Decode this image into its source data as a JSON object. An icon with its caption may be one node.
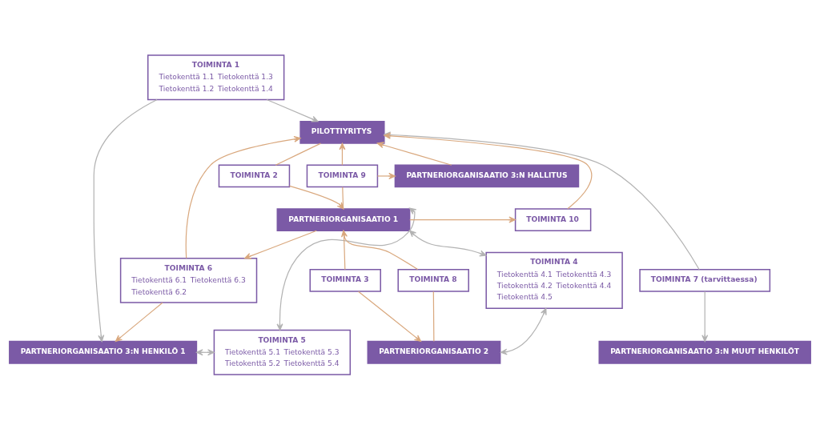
{
  "diagram": {
    "nodes": [
      {
        "text": [
          "PARTNERIORGANISAATIO 3:N HENKILÖ 1"
        ]
      },
      {
        "text": [
          "TOIMINTA 5",
          "Tietokenttä 5.1",
          "Tietokenttä 5.3",
          "Tietokenttä 5.2",
          "Tietokenttä 5.4"
        ]
      },
      {
        "text": [
          "PARTNERIORGANISAATIO 3:N MUUT HENKILÖT"
        ]
      },
      {
        "text": [
          "TOIMINTA 1",
          "Tietokenttä 1.1",
          "Tietokenttä 1.3",
          "Tietokenttä 1.2",
          "Tietokenttä 1.4"
        ]
      },
      {
        "text": [
          "TOIMINTA 6",
          "Tietokenttä 6.1",
          "Tietokenttä 6.3",
          "Tietokenttä 6.2"
        ]
      },
      {
        "text": [
          "TOIMINTA 7 (tarvittaessa)"
        ]
      },
      {
        "text": [
          "PILOTTIYRITYS"
        ]
      },
      {
        "text": [
          "PARTNERIORGANISAATIO 3:N HALLITUS"
        ]
      },
      {
        "text": [
          "TOIMINTA 2"
        ]
      },
      {
        "text": [
          "TOIMINTA 9"
        ]
      },
      {
        "text": [
          "PARTNERIORGANISAATIO 1"
        ]
      },
      {
        "text": [
          "TOIMINTA 10"
        ]
      },
      {
        "text": [
          "TOIMINTA 3"
        ]
      },
      {
        "text": [
          "TOIMINTA 8"
        ]
      },
      {
        "text": [
          "TOIMINTA 4",
          "Tietokenttä 4.1",
          "Tietokenttä 4.3",
          "Tietokenttä 4.2",
          "Tietokenttä 4.4",
          "Tietokenttä 4.5"
        ]
      },
      {
        "text": [
          "PARTNERIORGANISAATIO 2"
        ]
      }
    ],
    "edges": [
      {
        "from": 0,
        "to": 1,
        "arrow": "both",
        "color": "#b3b3b3"
      },
      {
        "from": 3,
        "to": 0,
        "arrow": "to",
        "color": "#b3b3b3"
      },
      {
        "from": 3,
        "to": 6,
        "arrow": "to",
        "color": "#b3b3b3"
      },
      {
        "from": 4,
        "to": 0,
        "arrow": "to"
      },
      {
        "from": 4,
        "to": 6,
        "arrow": "to"
      },
      {
        "from": 10,
        "to": 1,
        "arrow": "both",
        "color": "#b3b3b3"
      },
      {
        "from": 5,
        "to": 2,
        "arrow": "to",
        "color": "#b3b3b3"
      },
      {
        "from": 5,
        "to": 6,
        "arrow": "to",
        "color": "#b3b3b3"
      },
      {
        "from": 7,
        "to": 6,
        "arrow": "to"
      },
      {
        "from": 11,
        "to": 6,
        "arrow": "to"
      },
      {
        "from": 9,
        "to": 7,
        "arrow": "to"
      },
      {
        "from": 10,
        "to": 4,
        "arrow": "to"
      },
      {
        "from": 10,
        "to": 11,
        "arrow": "to"
      },
      {
        "from": 6,
        "to": 8,
        "arrow": "none"
      },
      {
        "from": 8,
        "to": 10,
        "arrow": "to"
      },
      {
        "from": 10,
        "to": 9,
        "arrow": "none"
      },
      {
        "from": 9,
        "to": 6,
        "arrow": "to"
      },
      {
        "from": 10,
        "to": 12,
        "arrow": "none"
      },
      {
        "from": 12,
        "to": 15,
        "arrow": "to"
      },
      {
        "from": 15,
        "to": 13,
        "arrow": "none"
      },
      {
        "from": 13,
        "to": 10,
        "arrow": "to"
      },
      {
        "from": 10,
        "to": 14,
        "arrow": "both",
        "color": "#b3b3b3"
      },
      {
        "from": 15,
        "to": 14,
        "arrow": "both",
        "color": "#b3b3b3"
      }
    ]
  }
}
